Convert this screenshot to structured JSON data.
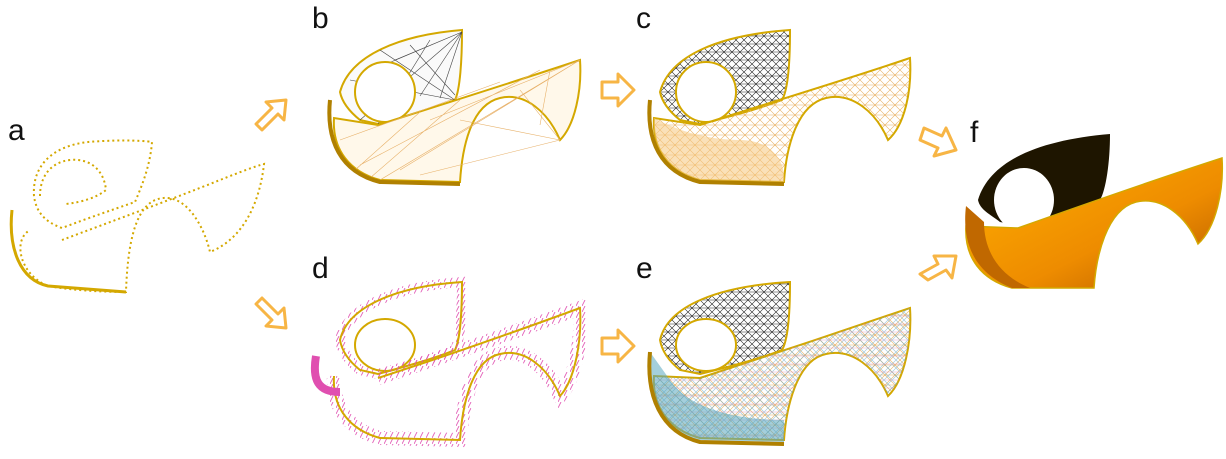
{
  "panels": [
    {
      "id": "a",
      "label": "a"
    },
    {
      "id": "b",
      "label": "b"
    },
    {
      "id": "c",
      "label": "c"
    },
    {
      "id": "d",
      "label": "d"
    },
    {
      "id": "e",
      "label": "e"
    },
    {
      "id": "f",
      "label": "f"
    }
  ],
  "colors": {
    "boundary": "#d4a800",
    "wire_dark": "#222222",
    "wire_light": "#f0c070",
    "normals_pink": "#e04fb0",
    "normals_blue": "#4aa0c8",
    "arrow": "#f7b545",
    "surface_orange": "#ee9000",
    "surface_dark": "#1e1500"
  }
}
